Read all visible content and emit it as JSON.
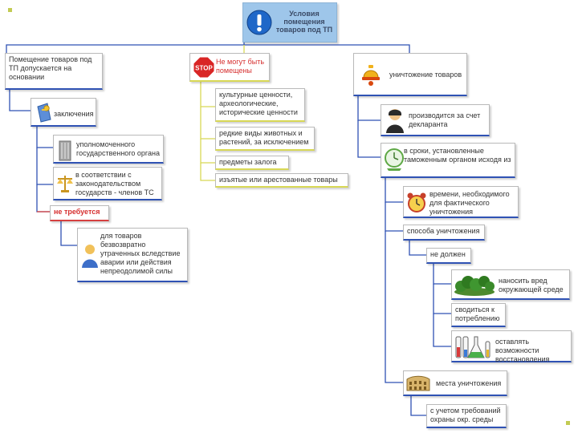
{
  "root": {
    "title": "Условия помещения товаров под ТП"
  },
  "left": {
    "main": "Помещение товаров под ТП допускается на основании",
    "conclusions": "заключения",
    "authorized": "уполномоченного государственного органа",
    "per_law": "в соответствии с законодательством государств - членов ТС",
    "not_required": "не требуется",
    "for_goods": "для товаров безвозвратно утраченных вследствие аварии или действия непреодолимой силы"
  },
  "middle": {
    "main": "Не могут быть помещены",
    "items": [
      "культурные ценности, археологические, исторические ценности",
      "редкие виды животных и растений, за исключением",
      "предметы залога",
      "изъятые или арестованные товары"
    ]
  },
  "right": {
    "main": "уничтожение товаров",
    "at_cost": "производится за счет декларанта",
    "deadlines": "в сроки, установленные таможенным органом исходя из",
    "time_needed": "времени, необходимого для фактического уничтожения",
    "method": "способа уничтожения",
    "must_not": "не должен",
    "harm": "наносить вред окружающей среде",
    "reduce": "сводиться к потреблению",
    "leave": "оставлять возможности восстановления",
    "places": "места уничтожения",
    "requirements": "с учетом требований охраны окр. среды"
  },
  "icons": {
    "root": "exclamation-icon",
    "stop": "stop-sign-icon",
    "person": "person-icon",
    "key": "key-document-icon",
    "building": "building-icon",
    "scales": "scales-icon",
    "bell": "bell-icon",
    "clock": "clock-icon",
    "alarm": "alarm-clock-icon",
    "forest": "forest-icon",
    "flasks": "flasks-icon",
    "colosseum": "colosseum-icon"
  },
  "colors": {
    "blue_accent": "#2f52b4",
    "yellow_accent": "#d8d855",
    "red_accent": "#d64040",
    "root_fill": "#9ec6ea"
  }
}
